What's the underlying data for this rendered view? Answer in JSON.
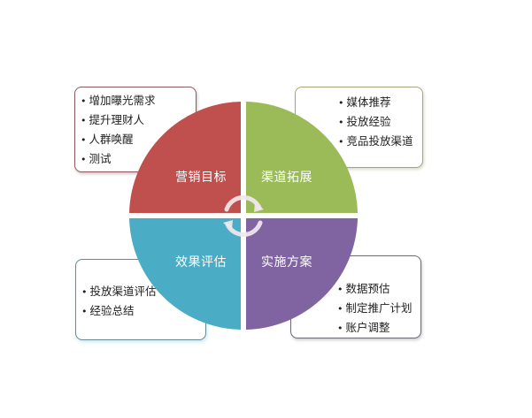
{
  "quadrants": [
    {
      "id": "top-left",
      "label": "营销目标",
      "color": "#c0504d",
      "items": [
        "增加曝光需求",
        "提升理财人",
        "人群唤醒",
        "测试"
      ],
      "border_color": "#8a5a60"
    },
    {
      "id": "top-right",
      "label": "渠道拓展",
      "color": "#9bbb59",
      "items": [
        "媒体推荐",
        "投放经验",
        "竞品投放渠道"
      ],
      "border_color": "#a6a47a"
    },
    {
      "id": "bottom-left",
      "label": "效果评估",
      "color": "#4bacc6",
      "items": [
        "投放渠道评估",
        "经验总结"
      ],
      "border_color": "#6a8a90"
    },
    {
      "id": "bottom-right",
      "label": "实施方案",
      "color": "#8064a2",
      "items": [
        "数据预估",
        "制定推广计划",
        "账户调整"
      ],
      "border_color": "#6e6a74"
    }
  ],
  "center_icon": "cycle-arrows-icon"
}
